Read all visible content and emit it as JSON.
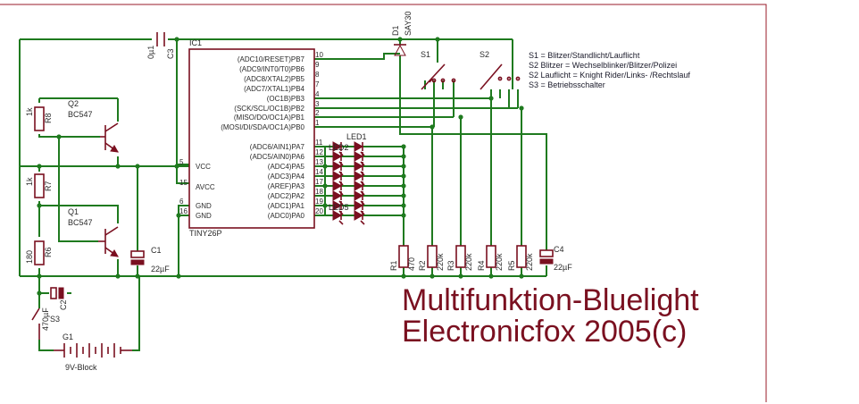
{
  "title": {
    "line1": "Multifunktion-Bluelight",
    "line2": "Electronicfox 2005(c)"
  },
  "notes": [
    "S1 = Blitzer/Standlicht/Lauflicht",
    "S2 Blitzer = Wechselblinker/Blitzer/Polizei",
    "S2 Lauflicht = Knight Rider/Links- /Rechtslauf",
    "S3 = Betriebsschalter"
  ],
  "ic": {
    "name": "IC1",
    "type": "TINY26P",
    "left_pins": [
      {
        "label": "VCC",
        "num": "5"
      },
      {
        "label": "AVCC",
        "num": "15"
      },
      {
        "label": "GND",
        "num": "6"
      },
      {
        "label": "GND",
        "num": "16"
      }
    ],
    "right_pins": [
      {
        "label": "(ADC10/RESET)PB7",
        "num": "10"
      },
      {
        "label": "(ADC9/INT0/T0)PB6",
        "num": "9"
      },
      {
        "label": "(ADC8/XTAL2)PB5",
        "num": "8"
      },
      {
        "label": "(ADC7/XTAL1)PB4",
        "num": "7"
      },
      {
        "label": "(OC1B)PB3",
        "num": "4"
      },
      {
        "label": "(SCK/SCL/OC1B)PB2",
        "num": "3"
      },
      {
        "label": "(MISO/DO/OC1A)PB1",
        "num": "2"
      },
      {
        "label": "(MOSI/DI/SDA/OC1A)PB0",
        "num": "1"
      },
      {
        "label": "(ADC6/AIN1)PA7",
        "num": "11"
      },
      {
        "label": "(ADC5/AIN0)PA6",
        "num": "12"
      },
      {
        "label": "(ADC4)PA5",
        "num": "13"
      },
      {
        "label": "(ADC3)PA4",
        "num": "14"
      },
      {
        "label": "(AREF)PA3",
        "num": "17"
      },
      {
        "label": "(ADC2)PA2",
        "num": "18"
      },
      {
        "label": "(ADC1)PA1",
        "num": "19"
      },
      {
        "label": "(ADC0)PA0",
        "num": "20"
      }
    ]
  },
  "components": {
    "c3_name": "C3",
    "c3_value": "0µ1",
    "d1_name": "D1",
    "d1_value": "SAY30",
    "s1": "S1",
    "s2": "S2",
    "s3": "S3",
    "q2_name": "Q2",
    "q2_value": "BC547",
    "q1_name": "Q1",
    "q1_value": "BC547",
    "r8_name": "R8",
    "r8_value": "1k",
    "r7_name": "R7",
    "r7_value": "1k",
    "r6_name": "R6",
    "r6_value": "180",
    "c1_name": "C1",
    "c1_value": "22µF",
    "c2_name": "C2",
    "c2_value": "470µF",
    "c4_name": "C4",
    "c4_value": "22µF",
    "g1_name": "G1",
    "g1_value": "9V-Block",
    "led1": "LED1",
    "led2": "LED2",
    "led5": "LED5",
    "resistors_right": [
      {
        "name": "R1",
        "value": "470"
      },
      {
        "name": "R2",
        "value": "220k"
      },
      {
        "name": "R3",
        "value": "220k"
      },
      {
        "name": "R4",
        "value": "220k"
      },
      {
        "name": "R5",
        "value": "220k"
      }
    ]
  },
  "colors": {
    "frame": "#9a1b2a",
    "wire": "#1f7a1f",
    "part": "#7a1020",
    "title": "#7a1020"
  }
}
